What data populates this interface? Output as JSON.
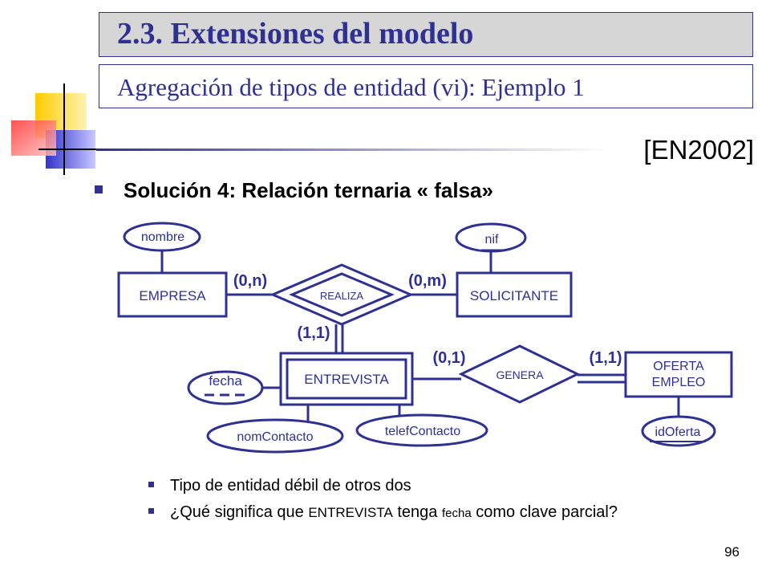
{
  "slide": {
    "title": "2.3. Extensiones del modelo",
    "subtitle": "Agregación de tipos de entidad (vi): Ejemplo 1",
    "reference": "[EN2002]",
    "main_bullet": "Solución 4: Relación ternaria « falsa»",
    "sub_bullet_1": "Tipo de entidad débil de otros dos",
    "sub_bullet_2": {
      "part1": "¿Qué significa que ",
      "part2": "ENTREVISTA",
      "part3": " tenga ",
      "part4": "fecha",
      "part5": " como clave parcial?"
    },
    "page_number": "96"
  },
  "diagram": {
    "entities": {
      "empresa": "EMPRESA",
      "solicitante": "SOLICITANTE",
      "entrevista": "ENTREVISTA",
      "oferta_line1": "OFERTA",
      "oferta_line2": "EMPLEO"
    },
    "relationships": {
      "realiza": "REALIZA",
      "genera": "GENERA"
    },
    "attributes": {
      "nombre": "nombre",
      "nif": "nif",
      "fecha": "fecha",
      "nomContacto": "nomContacto",
      "telefContacto": "telefContacto",
      "idOferta": "idOferta"
    },
    "cardinalities": {
      "empresa_realiza": "(0,n)",
      "solicitante_realiza": "(0,m)",
      "realiza_entrevista": "(1,1)",
      "entrevista_genera": "(0,1)",
      "genera_oferta": "(1,1)"
    }
  },
  "colors": {
    "primary": "#2e3192",
    "title_bg": "#d6d6d6",
    "logo_yellow": "#ffcc00",
    "logo_red": "#ff3333",
    "logo_blue": "#3333cc"
  }
}
